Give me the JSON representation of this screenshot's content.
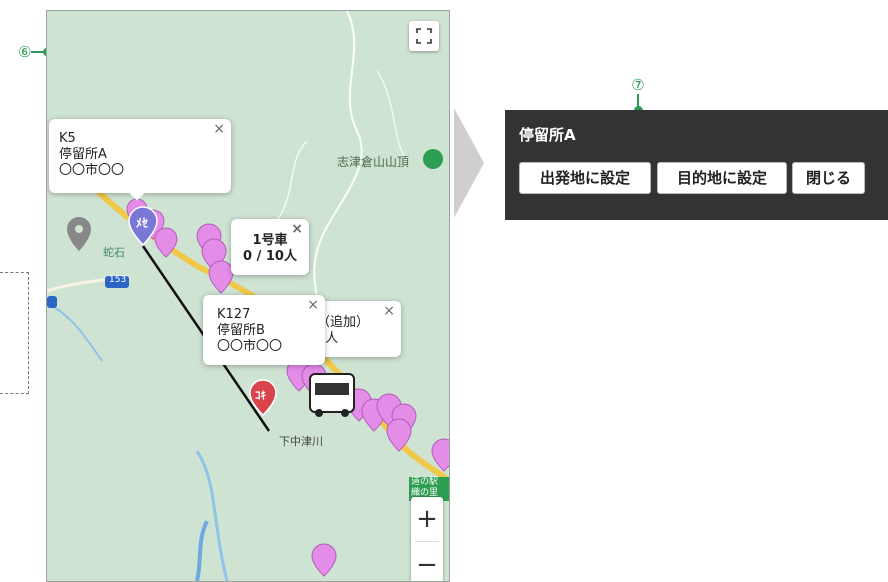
{
  "annotations": {
    "map_marker": "⑥",
    "panel_marker": "⑦",
    "accent_color": "#2a9a55"
  },
  "map": {
    "place_labels": {
      "peak": "志津倉山山頂",
      "hebiishi": "蛇石",
      "shimo_nakatsugawa": "下中津川",
      "route": "153",
      "station_line1": "道の駅",
      "station_line2": "織の里"
    },
    "zoom_in": "+",
    "zoom_out": "−",
    "popups": {
      "stop_a": {
        "line1": "K5",
        "line2": "停留所A",
        "line3": "〇〇市〇〇"
      },
      "vehicle": {
        "line1": "1号車",
        "line2": "0 / 10人"
      },
      "stop_b": {
        "line1": "K127",
        "line2": "停留所B",
        "line3": "〇〇市〇〇"
      },
      "added": {
        "line1": "（追加）",
        "line2": "3人"
      }
    },
    "close_glyph": "×"
  },
  "panel": {
    "title": "停留所A",
    "buttons": [
      "出発地に設定",
      "目的地に設定",
      "閉じる"
    ]
  },
  "colors": {
    "panel_bg": "#333333",
    "marker_pink": "#e38ce8",
    "marker_blue": "#7a77d6",
    "marker_red": "#d9434b",
    "road_yellow": "#f0c84a"
  }
}
